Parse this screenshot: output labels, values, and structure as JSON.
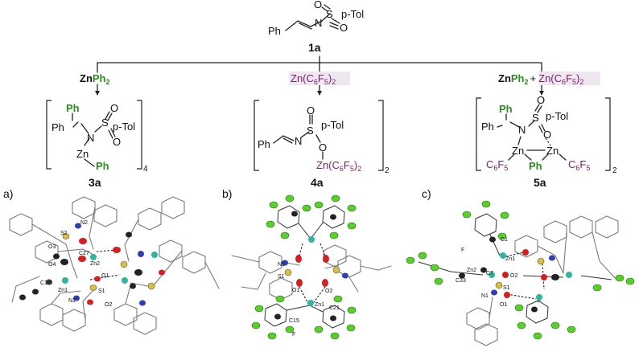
{
  "reactant": {
    "aryl": "p-Tol",
    "s": "S",
    "o1": "O",
    "o2": "O",
    "n": "N",
    "ph": "Ph",
    "label": "1a"
  },
  "branches": [
    {
      "reagent_parts": [
        "Zn",
        "Ph",
        "2"
      ],
      "product_label": "3a",
      "subscript": "4"
    },
    {
      "reagent_parts": [
        "Zn(C",
        "6",
        "F",
        "5",
        ")",
        "2"
      ],
      "product_label": "4a",
      "subscript": "2"
    },
    {
      "reagent_parts": [
        "Zn",
        "Ph",
        "2",
        "+",
        "Zn(C",
        "6",
        "F",
        "5",
        ")",
        "2"
      ],
      "product_label": "5a",
      "subscript": "2"
    }
  ],
  "structure_3a": {
    "ph_top": "Ph",
    "ph_left": "Ph",
    "n": "N",
    "s": "S",
    "o1": "O",
    "o2": "O",
    "aryl": "p-Tol",
    "zn": "Zn",
    "ph_zn": "Ph"
  },
  "structure_4a": {
    "ph": "Ph",
    "n": "N",
    "s": "S",
    "o1": "O",
    "o2": "O",
    "aryl": "p-Tol",
    "zn_parts": [
      "Zn(C",
      "6",
      "F",
      "5",
      ")",
      "2"
    ]
  },
  "structure_5a": {
    "ph_top": "Ph",
    "ph_left": "Ph",
    "n": "N",
    "s": "S",
    "o1": "O",
    "o2": "O",
    "aryl": "p-Tol",
    "zn1": "Zn",
    "zn2": "Zn",
    "ph_bridge": "Ph",
    "c6f5_left": [
      "C",
      "6",
      "F",
      "5"
    ],
    "c6f5_right": [
      "C",
      "6",
      "F",
      "5"
    ]
  },
  "panels": [
    {
      "tag": "a)",
      "atoms": [
        "S2",
        "N2",
        "O3",
        "C27",
        "O4",
        "Zn2",
        "C1",
        "O1",
        "Zn1",
        "S1",
        "N1",
        "O2"
      ]
    },
    {
      "tag": "b)",
      "atoms": [
        "N1",
        "S1",
        "O1",
        "O2",
        "Zn1",
        "C21",
        "C15",
        "F"
      ]
    },
    {
      "tag": "c)",
      "atoms": [
        "C1",
        "F",
        "Zn1",
        "Zn2",
        "C7",
        "O2",
        "C33",
        "S1",
        "N1",
        "O1"
      ]
    }
  ],
  "colors": {
    "green": "#2e8b22",
    "purple": "#7a1f6e",
    "highlight": "#eee7ef",
    "fluorine": "#57d12a",
    "oxygen": "#d42020",
    "nitrogen": "#2d3fb0",
    "sulfur": "#d8c040",
    "zinc": "#2fb5a0"
  }
}
